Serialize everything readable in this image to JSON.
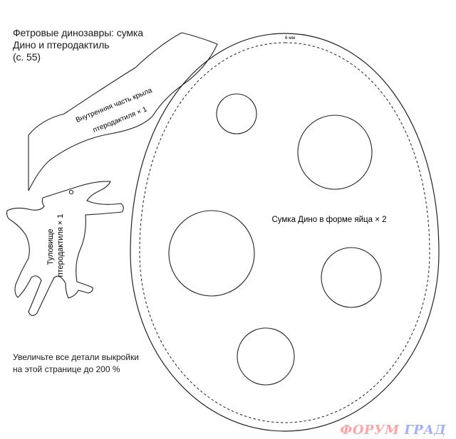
{
  "title": {
    "lines": [
      "Фетровые динозавры: сумка",
      "Дино и птеродактиль",
      "(с. 55)"
    ]
  },
  "wing": {
    "label_lines": [
      "Внутренняя часть крыла",
      "птеродактиля × 1"
    ]
  },
  "body_piece": {
    "label_lines": [
      "Туловище",
      "птеродактиля × 1"
    ]
  },
  "egg": {
    "label": "Сумка Дино в форме яйца × 2",
    "seam_allowance": "6 мм",
    "spot_count": 5
  },
  "note": {
    "lines": [
      "Увеличьте все детали выкройки",
      "на этой странице до 200 %"
    ]
  },
  "watermark": {
    "part1": "ФОРУМ",
    "part2": "ГРАД"
  }
}
